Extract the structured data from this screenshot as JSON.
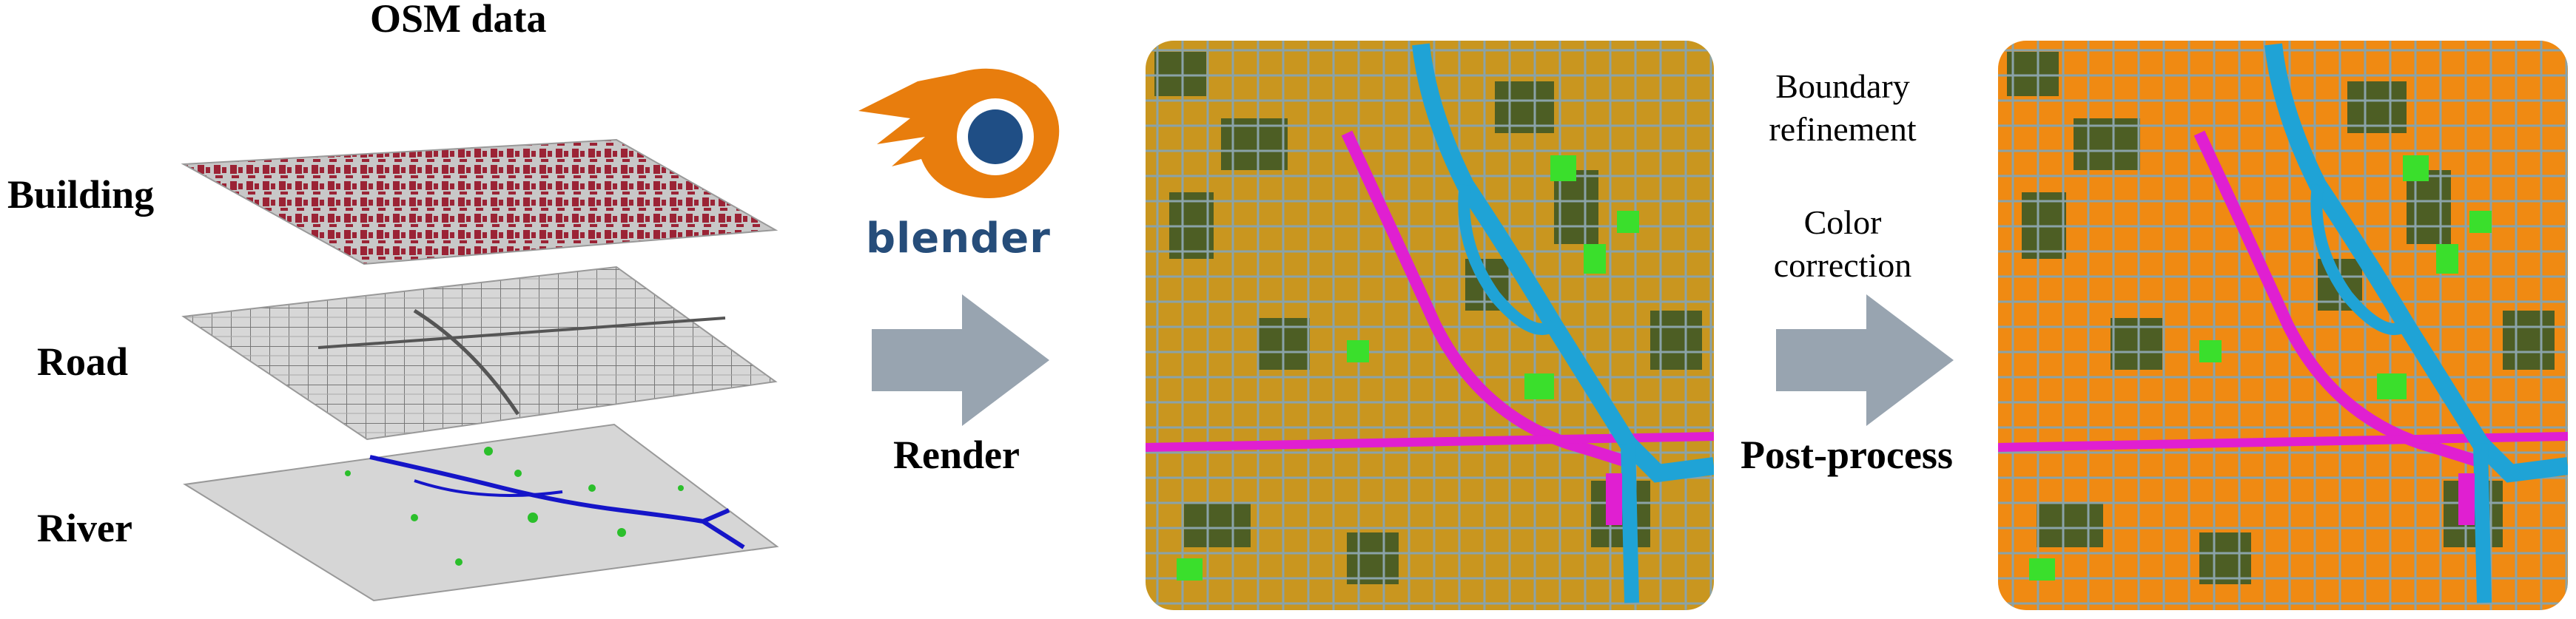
{
  "osm": {
    "title": "OSM data",
    "layers": [
      {
        "label": "Building",
        "icon": "building-layer-map",
        "color": "#9b2335"
      },
      {
        "label": "Road",
        "icon": "road-layer-map",
        "color": "#7a7a7a"
      },
      {
        "label": "River",
        "icon": "river-layer-map",
        "color": "#1515c8"
      }
    ]
  },
  "render_step": {
    "logo_text": "blender",
    "label": "Render",
    "logo_colors": {
      "orange": "#e87d0d",
      "blue": "#1f4e85"
    }
  },
  "postprocess_step": {
    "notes": [
      "Boundary refinement",
      "Color correction"
    ],
    "label": "Post-process"
  },
  "arrow_color": "#98a4b0",
  "map_colors": {
    "base": "#c9961f",
    "vegetation": "#4d5e24",
    "park": "#3adf2c",
    "water": "#1fa3d6",
    "highway": "#e01fd1",
    "road": "#8aa3a8",
    "building_post": "#f08a12"
  }
}
